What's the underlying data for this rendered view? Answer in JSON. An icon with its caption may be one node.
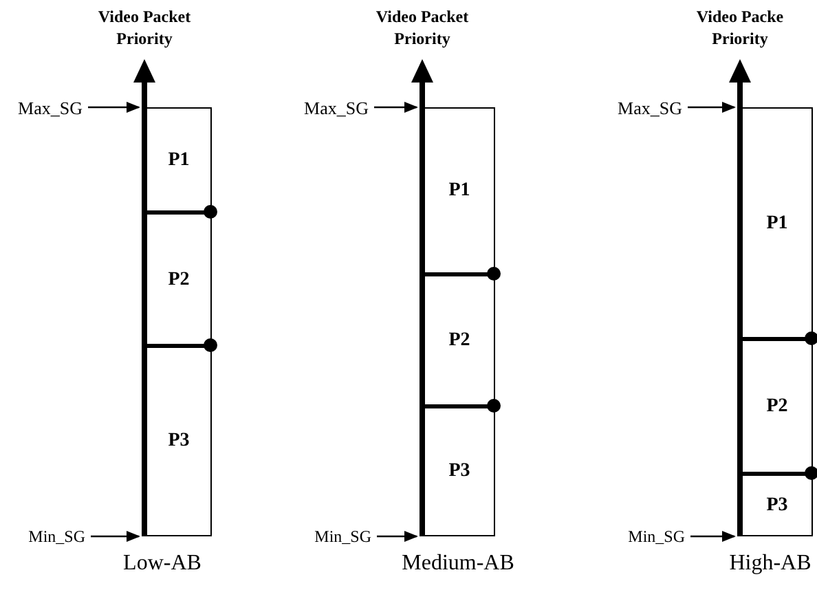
{
  "diagram": {
    "nodes": [
      {
        "text": [
          "Max_SG"
        ]
      },
      {
        "text": [
          "P1"
        ]
      },
      {
        "text": [
          "P2"
        ]
      },
      {
        "text": [
          "P3"
        ]
      },
      {
        "text": [
          "Min_SG"
        ]
      },
      {
        "text": [
          "Max_SG"
        ]
      },
      {
        "text": [
          "P1"
        ]
      },
      {
        "text": [
          "P2"
        ]
      },
      {
        "text": [
          "P3"
        ]
      },
      {
        "text": [
          "Min_SG"
        ]
      },
      {
        "text": [
          "Max_SG"
        ]
      },
      {
        "text": [
          "P1"
        ]
      },
      {
        "text": [
          "P2"
        ]
      },
      {
        "text": [
          "P3"
        ]
      },
      {
        "text": [
          "Min_SG"
        ]
      }
    ],
    "edges": [
      {
        "from": 0,
        "to": 1,
        "arrow": "to"
      },
      {
        "from": 4,
        "to": 3,
        "arrow": "to"
      },
      {
        "from": 5,
        "to": 6,
        "arrow": "to"
      },
      {
        "from": 9,
        "to": 8,
        "arrow": "to"
      },
      {
        "from": 10,
        "to": 11,
        "arrow": "to"
      },
      {
        "from": 14,
        "to": 13,
        "arrow": "to"
      }
    ],
    "labels": [
      "Video Packet Priority",
      "Video Packet Priority",
      "Video Packe Priority",
      "Low-AB",
      "Medium-AB",
      "High-AB"
    ]
  }
}
